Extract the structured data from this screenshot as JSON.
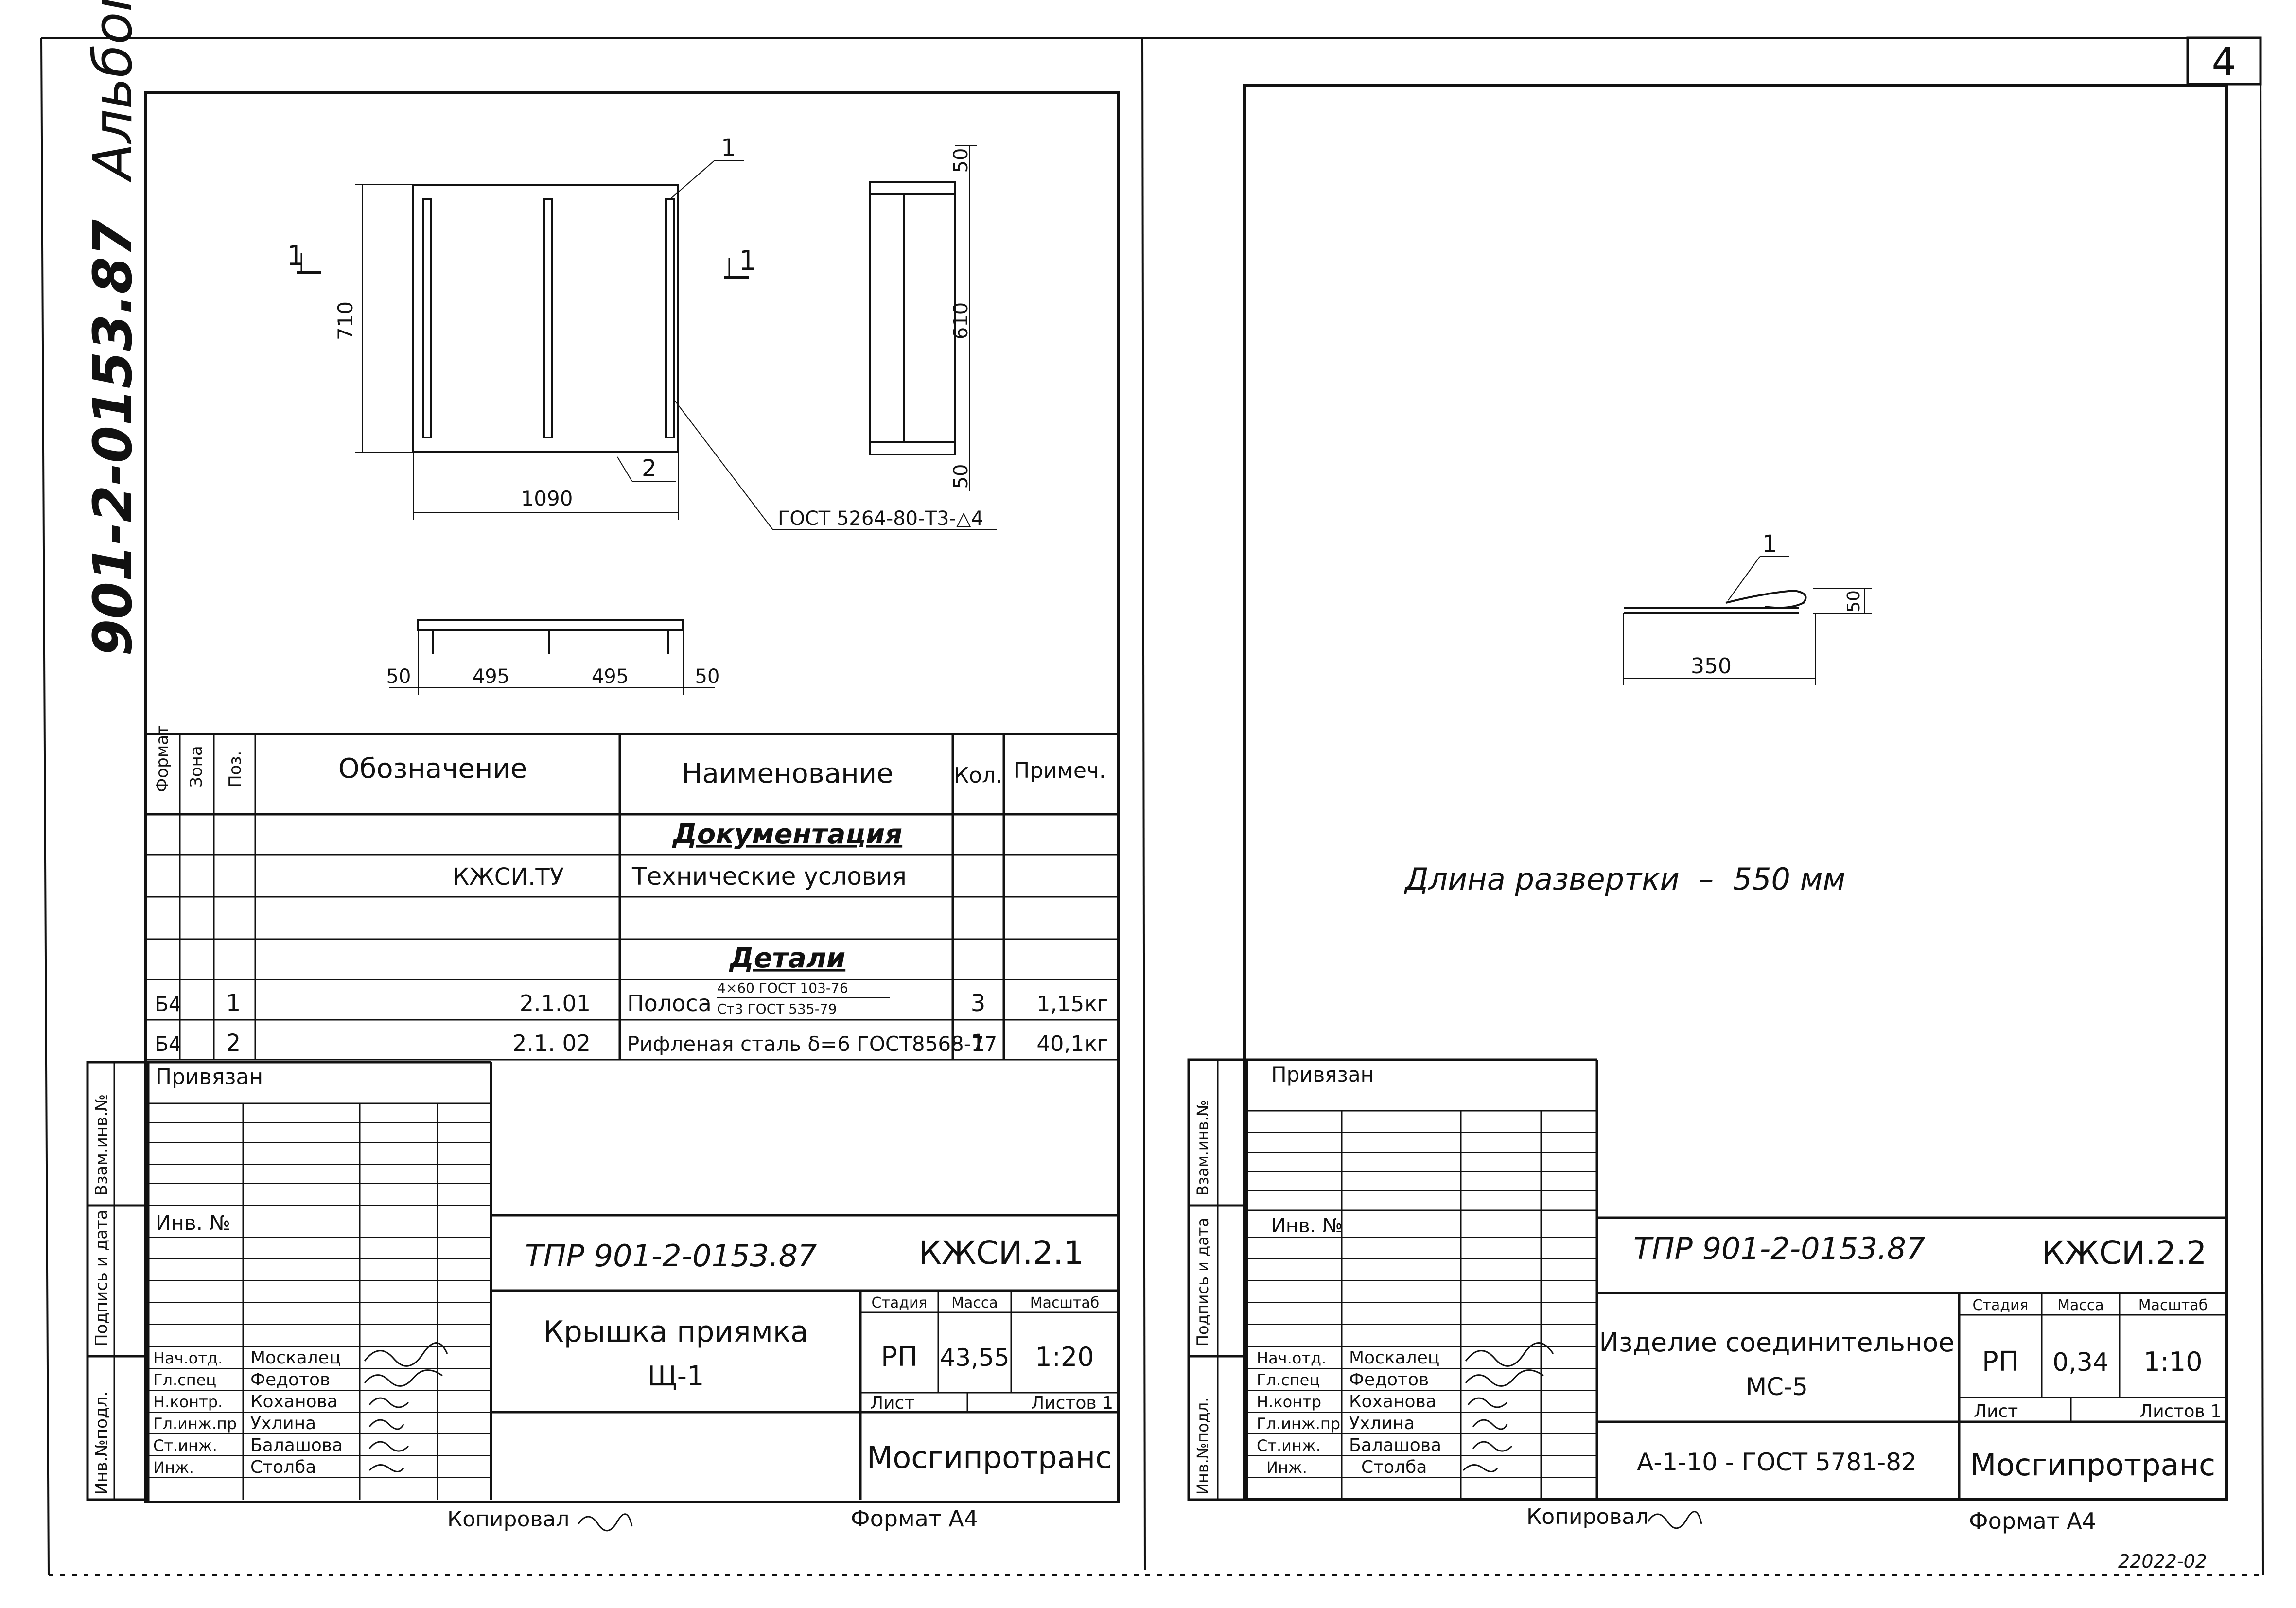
{
  "margin_label": {
    "album": "Альбом II",
    "project_code": "901-2-0153.87"
  },
  "page_number": "4",
  "sheet1": {
    "drawing": {
      "pos1": "1",
      "pos2": "2",
      "section_left": "1",
      "section_right": "1",
      "dim_height": "710",
      "dim_width": "1090",
      "dim_side_top": "50",
      "dim_side_middle": "610",
      "dim_side_bottom": "50",
      "dim_bottom": [
        "50",
        "495",
        "495",
        "50"
      ],
      "gost_callout": "ГОСТ 5264-80-Т3-△4"
    },
    "spec_table": {
      "headers": {
        "format": "Формат",
        "zone": "Зона",
        "pos": "Поз.",
        "designation": "Обозначение",
        "name": "Наименование",
        "qty": "Кол.",
        "note": "Примеч."
      },
      "section_docs": "Документация",
      "doc_row": {
        "designation": "КЖСИ.ТУ",
        "name": "Технические условия"
      },
      "section_parts": "Детали",
      "rows": [
        {
          "format": "Б4",
          "pos": "1",
          "designation": "2.1.01",
          "name": "Полоса",
          "name_top": "4×60 ГОСТ 103-76",
          "name_bottom": "Ст3 ГОСТ 535-79",
          "qty": "3",
          "note": "1,15кг"
        },
        {
          "format": "Б4",
          "pos": "2",
          "designation": "2.1. 02",
          "name": "Рифленая сталь δ=6 ГОСТ8568-77",
          "qty": "1",
          "note": "40,1кг"
        }
      ]
    },
    "side_stamps": [
      "Взам.инв.№",
      "Подпись и дата",
      "Инв.№подл."
    ],
    "privyazan": "Привязан",
    "inv_no": "Инв. №",
    "signers": [
      {
        "role": "Нач.отд.",
        "name": "Москалец"
      },
      {
        "role": "Гл.спец",
        "name": "Федотов"
      },
      {
        "role": "Н.контр.",
        "name": "Коханова"
      },
      {
        "role": "Гл.инж.пр",
        "name": "Ухлина"
      },
      {
        "role": "Ст.инж.",
        "name": "Балашова"
      },
      {
        "role": "Инж.",
        "name": "Столба"
      }
    ],
    "doc_number": "ТПР 901-2-0153.87",
    "doc_code": "КЖСИ.2.1",
    "title_line1": "Крышка приямка",
    "title_line2": "Щ-1",
    "stage_label": "Стадия",
    "mass_label": "Масса",
    "scale_label": "Масштаб",
    "stage": "РП",
    "mass": "43,55",
    "scale": "1:20",
    "sheet_label": "Лист",
    "sheets_label": "Листов 1",
    "org": "Мосгипротранс",
    "copied": "Копировал",
    "format": "Формат А4"
  },
  "sheet2": {
    "drawing": {
      "pos1": "1",
      "dim_length": "350",
      "dim_height": "50"
    },
    "unfold_text": "Длина развертки  –  550 мм",
    "side_stamps": [
      "Взам.инв.№",
      "Подпись и дата",
      "Инв.№подл."
    ],
    "privyazan": "Привязан",
    "inv_no": "Инв. №",
    "signers": [
      {
        "role": "Нач.отд.",
        "name": "Москалец"
      },
      {
        "role": "Гл.спец",
        "name": "Федотов"
      },
      {
        "role": "Н.контр",
        "name": "Коханова"
      },
      {
        "role": "Гл.инж.пр",
        "name": "Ухлина"
      },
      {
        "role": "Ст.инж.",
        "name": "Балашова"
      },
      {
        "role": "Инж.",
        "name": "Столба"
      }
    ],
    "doc_number": "ТПР 901-2-0153.87",
    "doc_code": "КЖСИ.2.2",
    "title_line1": "Изделие соединительное",
    "title_line2": "МС-5",
    "standard": "А-1-10 - ГОСТ 5781-82",
    "stage_label": "Стадия",
    "mass_label": "Масса",
    "scale_label": "Масштаб",
    "stage": "РП",
    "mass": "0,34",
    "scale": "1:10",
    "sheet_label": "Лист",
    "sheets_label": "Листов 1",
    "org": "Мосгипротранс",
    "copied": "Копировал",
    "format": "Формат А4",
    "stamp_number": "22022-02"
  }
}
